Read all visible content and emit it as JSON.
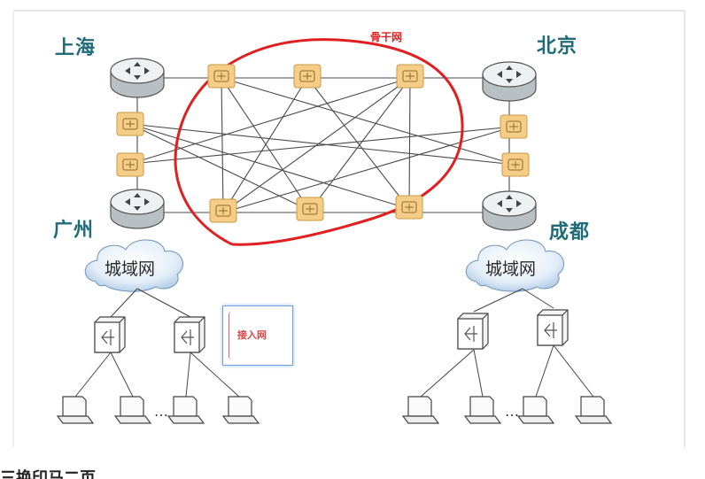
{
  "cities": {
    "shanghai": "上海",
    "beijing": "北京",
    "guangzhou": "广州",
    "chengdu": "成都"
  },
  "backbone": {
    "label": "骨干网"
  },
  "metro": {
    "left_label": "城域网",
    "right_label": "城域网"
  },
  "access": {
    "label": "接入网"
  },
  "ellipsis": {
    "left": "…",
    "right": "…"
  },
  "footer": {
    "text": "三换印马二页"
  },
  "colors": {
    "city_text": "#1f6b78",
    "backbone_outline": "#e02020",
    "optical_node": "#f3c57a",
    "router": "#dfe4e6",
    "cloud": "#c8dbef"
  }
}
